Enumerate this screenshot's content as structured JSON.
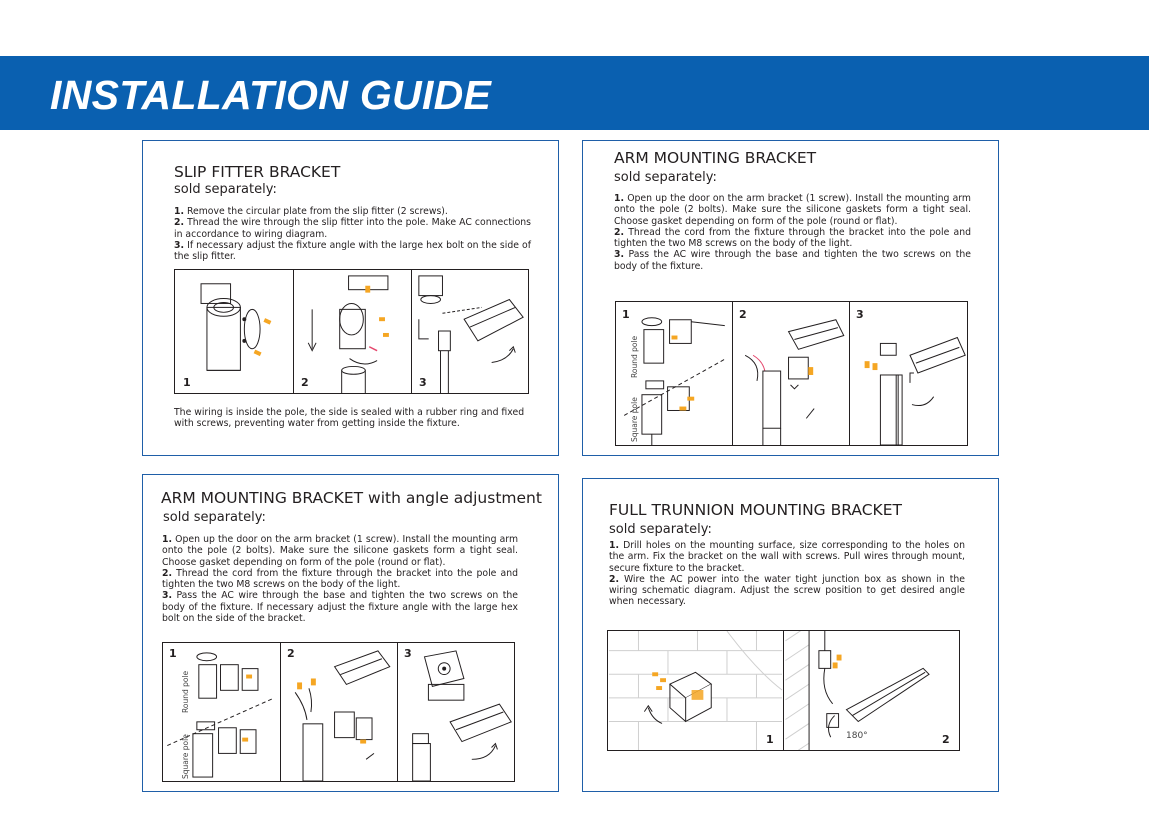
{
  "header": {
    "title": "INSTALLATION GUIDE"
  },
  "panels": {
    "slip_fitter": {
      "title": "SLIP FITTER BRACKET",
      "subtitle": "sold separately:",
      "steps": [
        {
          "num": "1.",
          "text": "Remove the circular plate from the slip fitter (2 screws)."
        },
        {
          "num": "2.",
          "text": "Thread the wire through the slip fitter into the pole. Make AC connections in accordance to wiring diagram."
        },
        {
          "num": "3.",
          "text": "If necessary adjust the fixture angle with the large hex bolt on the side of the slip fitter."
        }
      ],
      "figure_steps": [
        "1",
        "2",
        "3"
      ],
      "note": "The wiring is inside the pole, the side is sealed with a rubber ring and fixed with screws, preventing water from getting inside the fixture."
    },
    "arm_mount": {
      "title": "ARM MOUNTING BRACKET",
      "subtitle": "sold separately:",
      "steps": [
        {
          "num": "1.",
          "text": "Open up the door on the arm bracket (1 screw). Install the mounting arm onto the pole (2 bolts). Make sure the silicone gaskets form a tight seal. Choose gasket depending on form of the pole (round or flat)."
        },
        {
          "num": "2.",
          "text": "Thread the cord from the fixture through the bracket into the pole and tighten the two M8 screws on the body of the light."
        },
        {
          "num": "3.",
          "text": "Pass the AC wire through the base and tighten the two screws on the body of the fixture."
        }
      ],
      "figure_steps": [
        "1",
        "2",
        "3"
      ],
      "figure_labels": {
        "round": "Round pole",
        "square": "Square pole"
      }
    },
    "arm_angle": {
      "title": "ARM MOUNTING BRACKET with angle adjustment",
      "subtitle": "sold separately:",
      "steps": [
        {
          "num": "1.",
          "text": "Open up the door on the arm bracket (1 screw). Install the mounting arm onto the pole (2 bolts). Make sure the silicone gaskets form a tight seal. Choose gasket depending on form of the pole (round or flat)."
        },
        {
          "num": "2.",
          "text": "Thread the cord from the fixture through the bracket into the pole and tighten the two M8 screws on the body of the light."
        },
        {
          "num": "3.",
          "text": "Pass the AC wire through the base and tighten the two screws on the body of the fixture. If necessary adjust the fixture angle with the large hex bolt on the side of the bracket."
        }
      ],
      "figure_steps": [
        "1",
        "2",
        "3"
      ],
      "figure_labels": {
        "round": "Round pole",
        "square": "Square pole"
      }
    },
    "trunnion": {
      "title": "FULL TRUNNION MOUNTING BRACKET",
      "subtitle": "sold separately:",
      "steps": [
        {
          "num": "1.",
          "text": "Drill holes on the mounting surface, size corresponding to the holes on the arm. Fix the bracket on the wall with screws. Pull wires through mount, secure fixture to the bracket."
        },
        {
          "num": "2.",
          "text": "Wire the AC power into the water tight junction box as shown in the wiring schematic diagram. Adjust the screw position to get desired angle when necessary."
        }
      ],
      "figure_steps": [
        "1",
        "2"
      ],
      "angle_label": "180°"
    }
  },
  "colors": {
    "banner": "#0a60b0",
    "panel_border": "#1f5fa8",
    "accent": "#f5a623",
    "ink": "#231f20"
  }
}
